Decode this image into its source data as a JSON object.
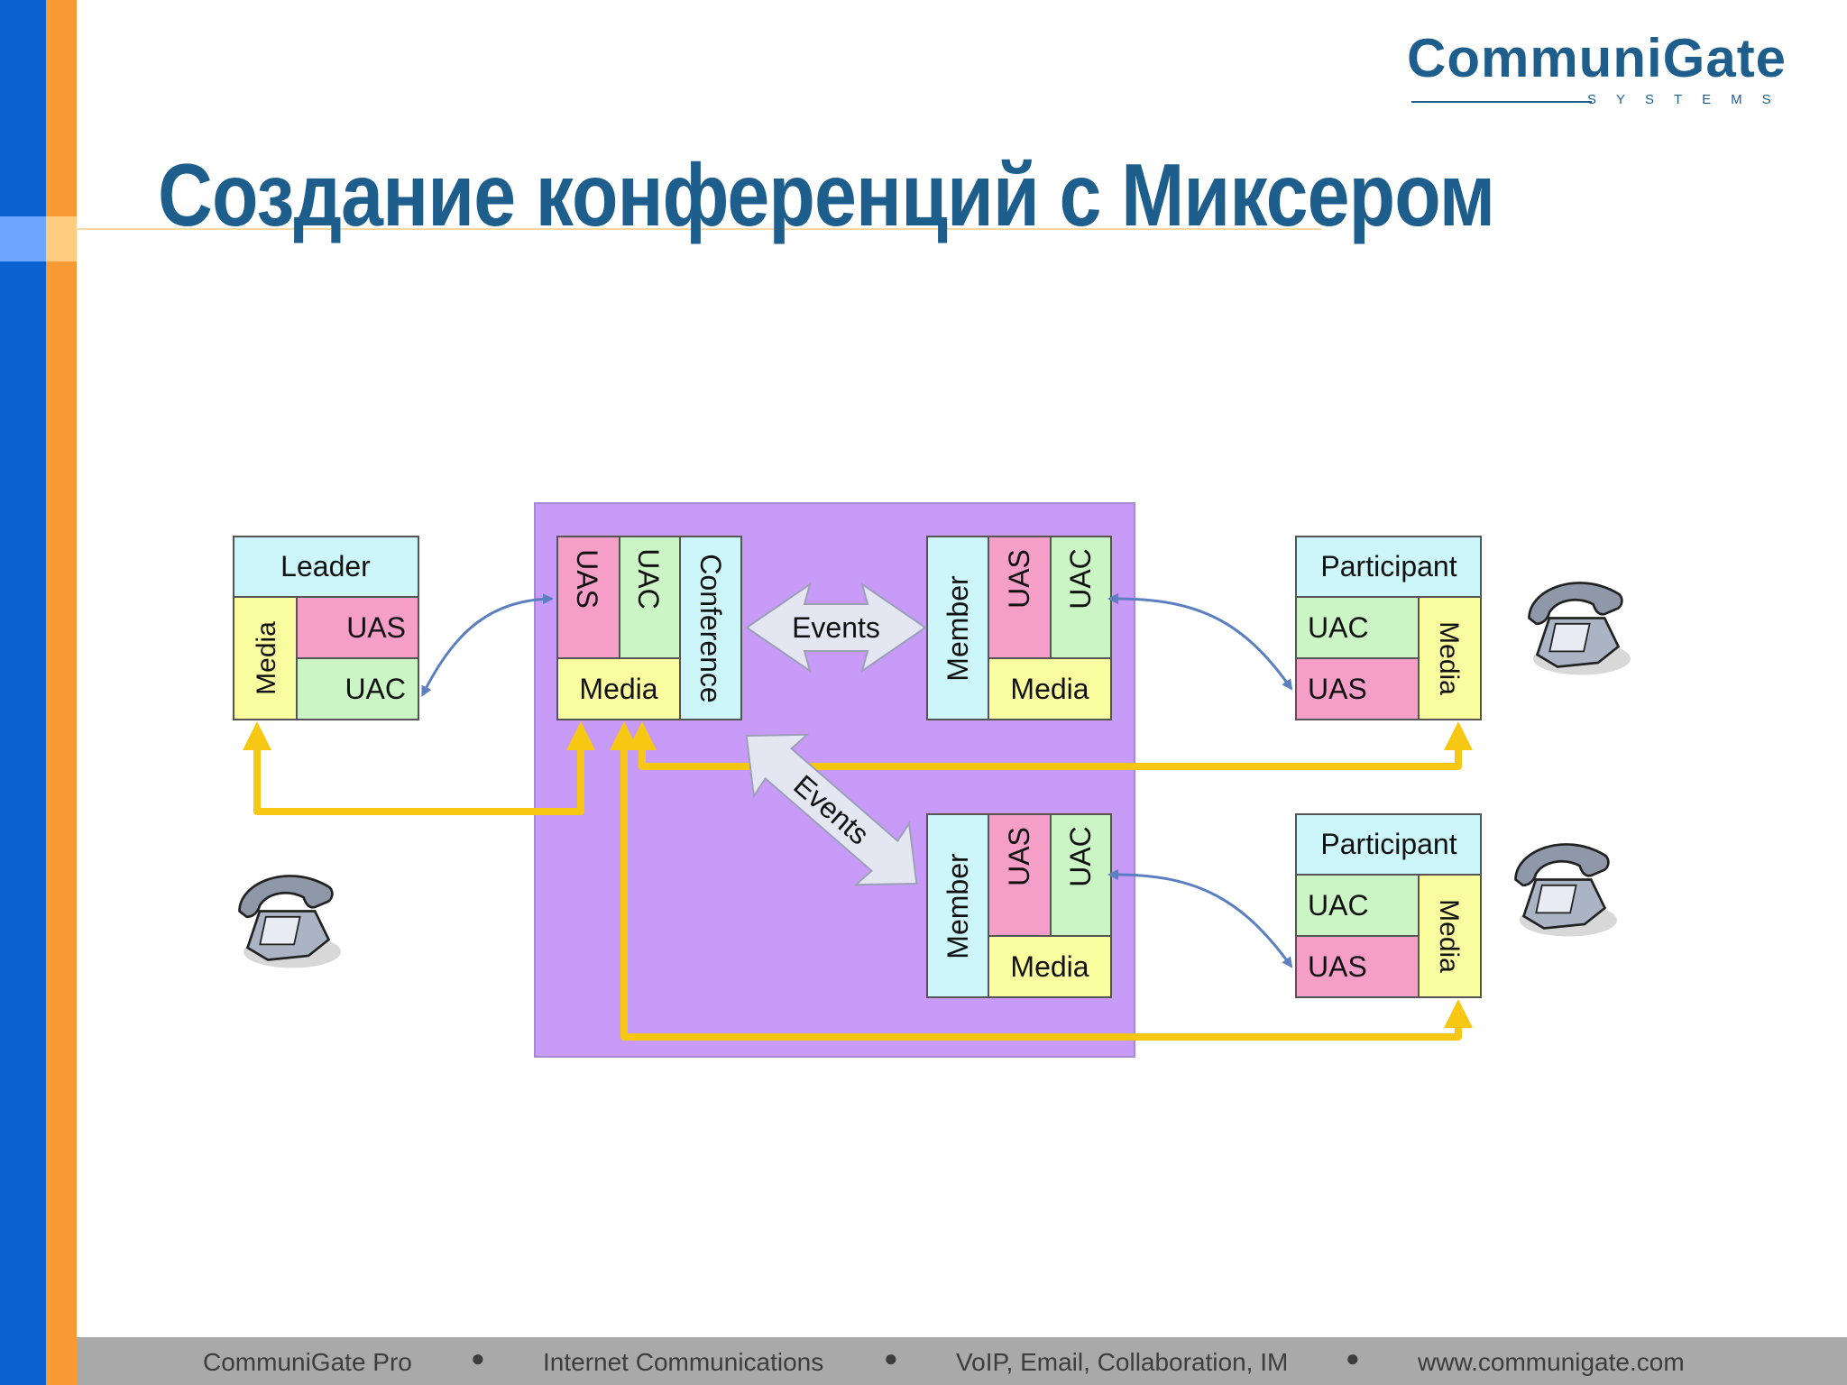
{
  "slide": {
    "title": "Создание конференций с Миксером"
  },
  "logo": {
    "name_part1": "Communi",
    "name_part2": "Gate",
    "subtitle": "SYSTEMS"
  },
  "diagram": {
    "leader": {
      "title": "Leader",
      "media": "Media",
      "uas": "UAS",
      "uac": "UAC"
    },
    "conference": {
      "uas": "UAS",
      "uac": "UAC",
      "label": "Conference",
      "media": "Media"
    },
    "member1": {
      "label": "Member",
      "uas": "UAS",
      "uac": "UAC",
      "media": "Media"
    },
    "member2": {
      "label": "Member",
      "uas": "UAS",
      "uac": "UAC",
      "media": "Media"
    },
    "participant1": {
      "title": "Participant",
      "uac": "UAC",
      "uas": "UAS",
      "media": "Media"
    },
    "participant2": {
      "title": "Participant",
      "uac": "UAC",
      "uas": "UAS",
      "media": "Media"
    },
    "events_horizontal": "Events",
    "events_diagonal": "Events",
    "colors": {
      "mixer_bg": "#c79bf7",
      "cyan": "#ccf6fa",
      "pink": "#f59ec7",
      "green": "#cbf5c5",
      "yellow": "#fafca0",
      "media_line": "#f6c814",
      "signal_line": "#5b7fc0"
    }
  },
  "footer": {
    "items": [
      "CommuniGate Pro",
      "Internet Communications",
      "VoIP, Email, Collaboration, IM",
      "www.communigate.com"
    ],
    "separator": "●"
  }
}
